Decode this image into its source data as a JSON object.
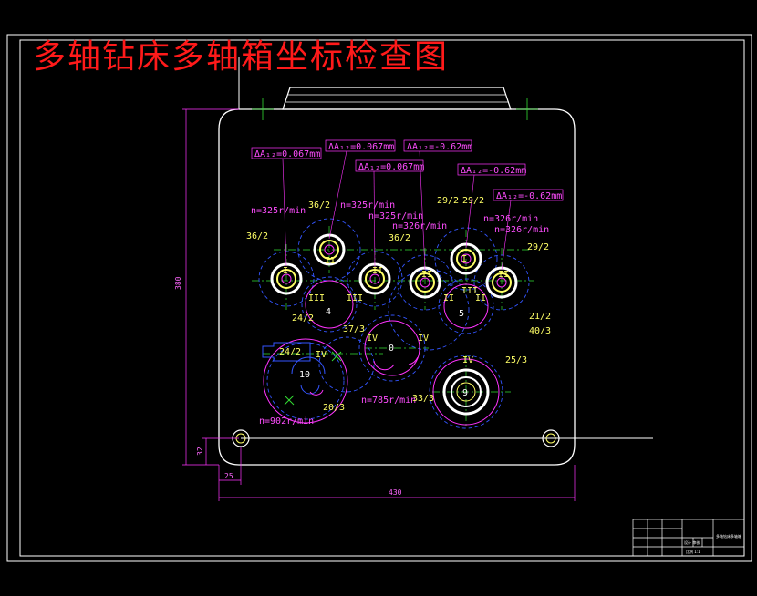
{
  "title": "多轴钻床多轴箱坐标检查图",
  "dimensions": {
    "height": "380",
    "bottom_offset": "32",
    "left_offset": "25",
    "width": "430"
  },
  "tolerances": [
    "ΔA₁₂=0.067mm",
    "ΔA₁₂=0.067mm",
    "ΔA₁₂=-0.62mm",
    "ΔA₁₂=0.067mm",
    "ΔA₁₂=-0.62mm",
    "ΔA₁₂=-0.62mm"
  ],
  "speeds": {
    "s1": "n=325r/min",
    "s2": "n=325r/min",
    "s3": "n=325r/min",
    "s4": "n=326r/min",
    "s5": "n=326r/min",
    "s6": "n=326r/min",
    "s7": "n=902r/min",
    "s8": "n=785r/min"
  },
  "gear_ratios": {
    "r1": "36/2",
    "r2": "36/2",
    "r3": "36/2",
    "r4": "29/2",
    "r5": "29/2",
    "r6": "29/2",
    "r7": "24/2",
    "r8": "24/2",
    "r9": "37/3",
    "r10": "20/3",
    "r11": "33/3",
    "r12": "21/2",
    "r13": "40/3",
    "r14": "25/3"
  },
  "shaft_numbers": {
    "n4": "4",
    "n5": "5",
    "n0": "0",
    "n10": "10",
    "n9": "9"
  },
  "roman": {
    "I": "I",
    "II": "II",
    "III": "III",
    "IV": "IV"
  },
  "title_block": {
    "line1": "多轴钻床多轴箱",
    "line2": "设计 审核",
    "line3": "比例 1:1"
  }
}
